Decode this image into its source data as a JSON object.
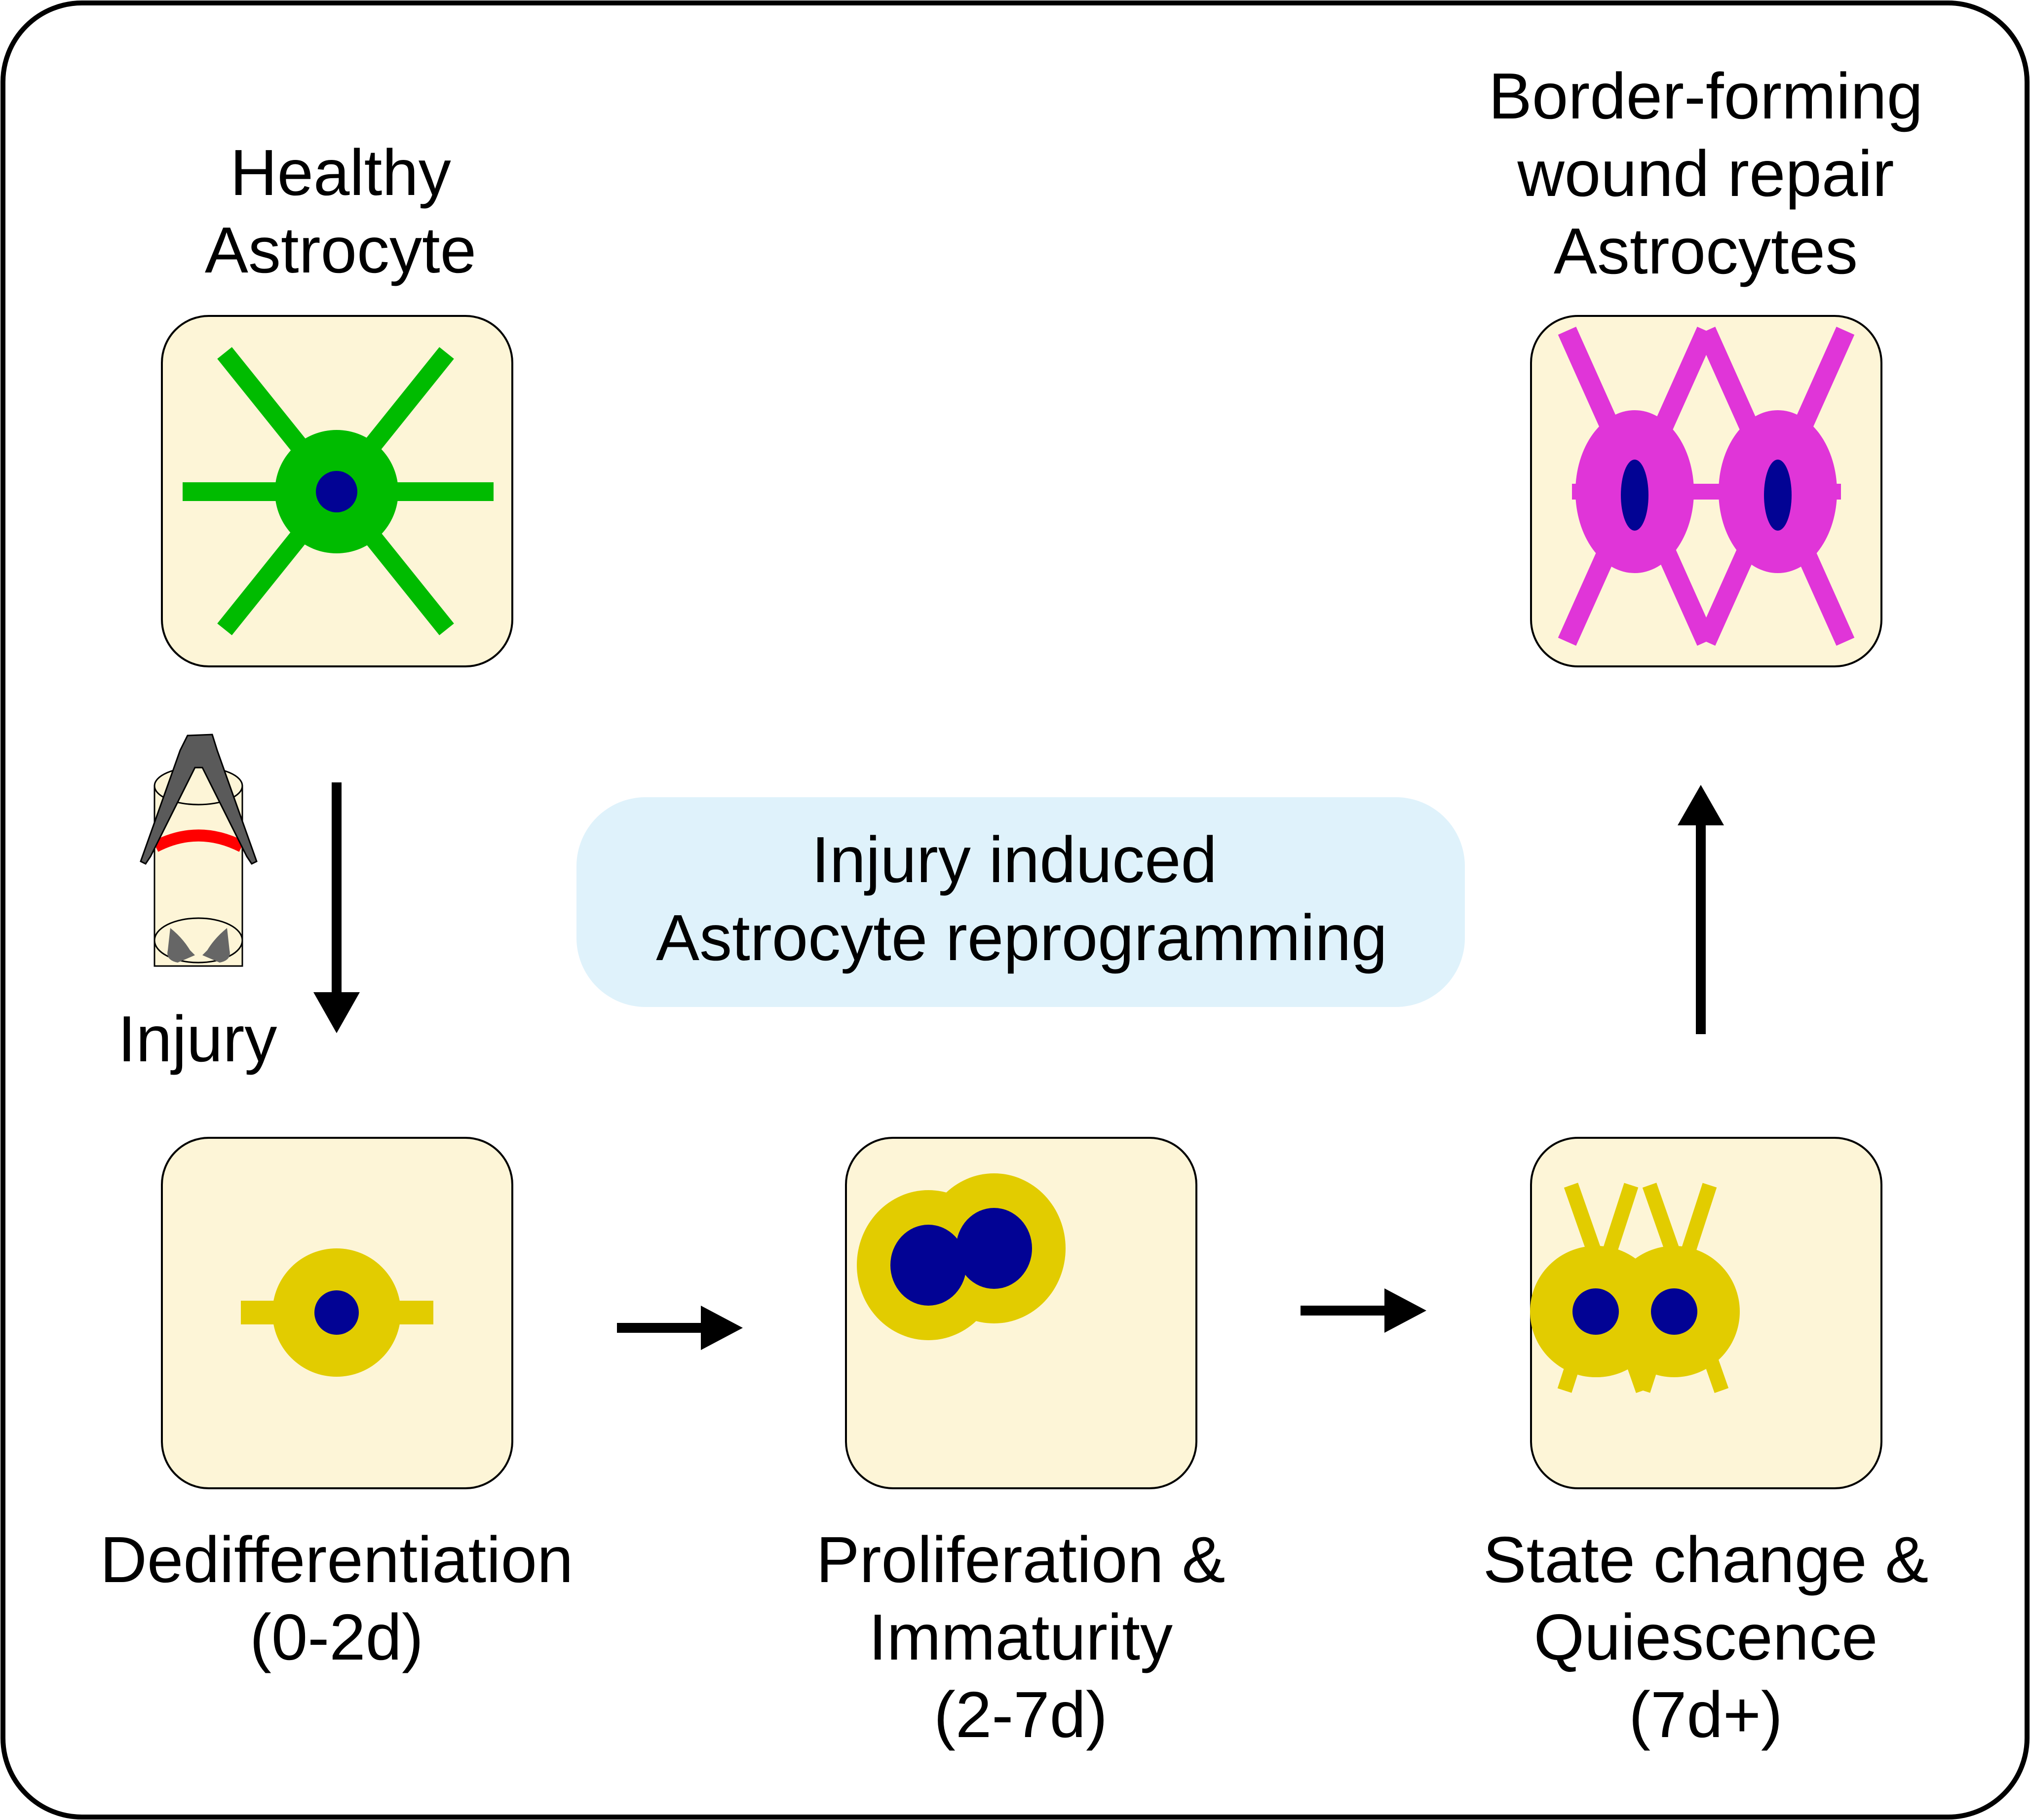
{
  "title_healthy": [
    "Healthy",
    "Astrocyte"
  ],
  "title_border": [
    "Border-forming",
    "wound repair",
    "Astrocytes"
  ],
  "injury_label": "Injury",
  "center_box": [
    "Injury induced",
    "Astrocyte reprogramming"
  ],
  "stage_dediff": [
    "Dedifferentiation",
    "(0-2d)"
  ],
  "stage_prolif": [
    "Proliferation &",
    "Immaturity",
    "(2-7d)"
  ],
  "stage_state": [
    "State change &",
    "Quiescence",
    "(7d+)"
  ],
  "colors": {
    "healthy": "#00bb00",
    "reactive": "#e2cc00",
    "border": "#e035d8",
    "nucleus": "#020394",
    "card": "#fdf5d7",
    "center_box": "#dff2fb",
    "injury_band": "#ff0000",
    "forceps": "#5a5a5a"
  }
}
